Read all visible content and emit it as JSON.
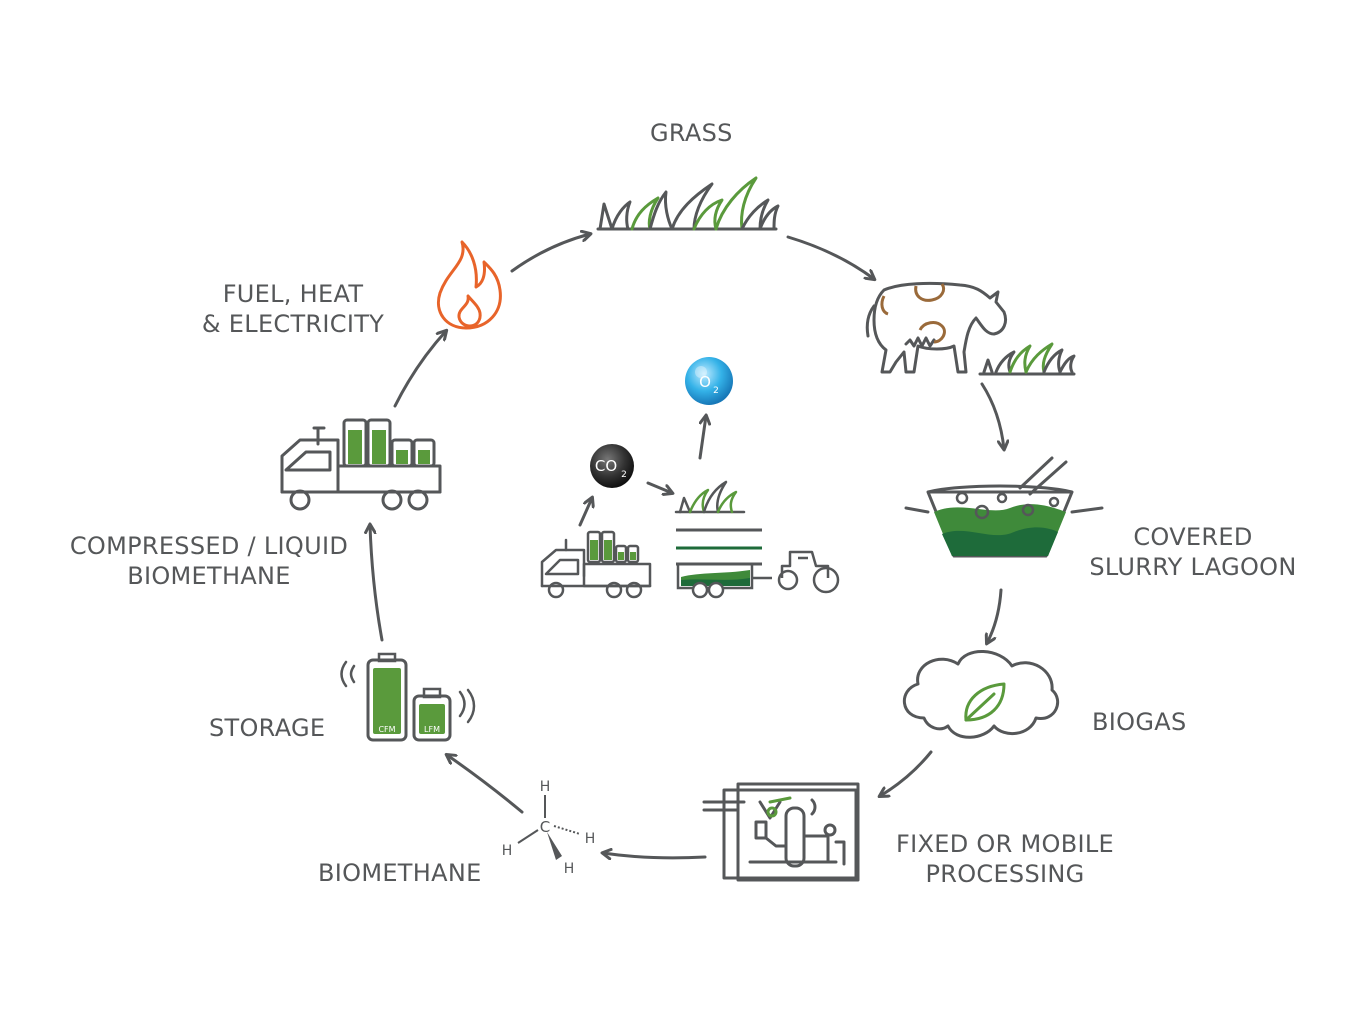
{
  "colors": {
    "line": "#555759",
    "green": "#5a9a3c",
    "green_dark": "#1e6b3a",
    "orange": "#e8642a",
    "brown": "#9a6a3a",
    "blue": "#2aa3dc"
  },
  "labels": {
    "grass": "GRASS",
    "fuel_line1": "FUEL, HEAT",
    "fuel_line2": "& ELECTRICITY",
    "compressed_line1": "COMPRESSED / LIQUID",
    "compressed_line2": "BIOMETHANE",
    "lagoon_line1": "COVERED",
    "lagoon_line2": "SLURRY LAGOON",
    "biogas": "BIOGAS",
    "processing_line1": "FIXED OR MOBILE",
    "processing_line2": "PROCESSING",
    "storage": "STORAGE",
    "biomethane": "BIOMETHANE"
  },
  "center": {
    "co2": "CO",
    "co2_sub": "2",
    "o2": "O",
    "o2_sub": "2"
  },
  "storage_tanks": {
    "left": "CFM",
    "right": "LFM"
  },
  "molecule": {
    "carbon": "C",
    "hydrogen": "H"
  },
  "icons": [
    "fire-icon",
    "grass-icon",
    "cow-icon",
    "lagoon-icon",
    "biogas-cloud-icon",
    "processing-unit-icon",
    "methane-molecule-icon",
    "storage-tanks-icon",
    "gas-truck-icon",
    "co2-bubble-icon",
    "o2-bubble-icon",
    "tractor-icon"
  ]
}
